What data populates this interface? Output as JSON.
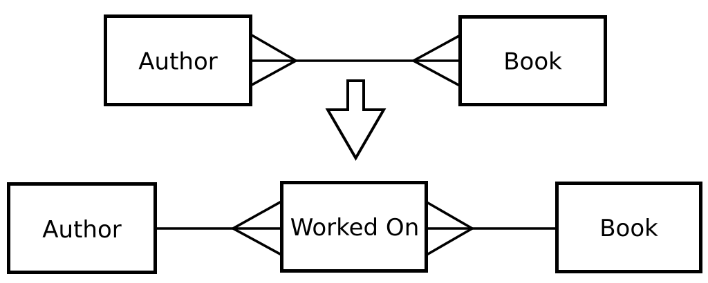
{
  "diagram": {
    "stroke_color": "#000000",
    "box_fill": "#ffffff",
    "notation": "crows-foot",
    "top": {
      "author": {
        "label": "Author",
        "cardinality": "many"
      },
      "book": {
        "label": "Book",
        "cardinality": "many"
      }
    },
    "arrow": {
      "direction": "down"
    },
    "bottom": {
      "author": {
        "label": "Author"
      },
      "junction": {
        "label": "Worked On",
        "author_side_cardinality": "many",
        "book_side_cardinality": "many"
      },
      "book": {
        "label": "Book"
      }
    }
  }
}
